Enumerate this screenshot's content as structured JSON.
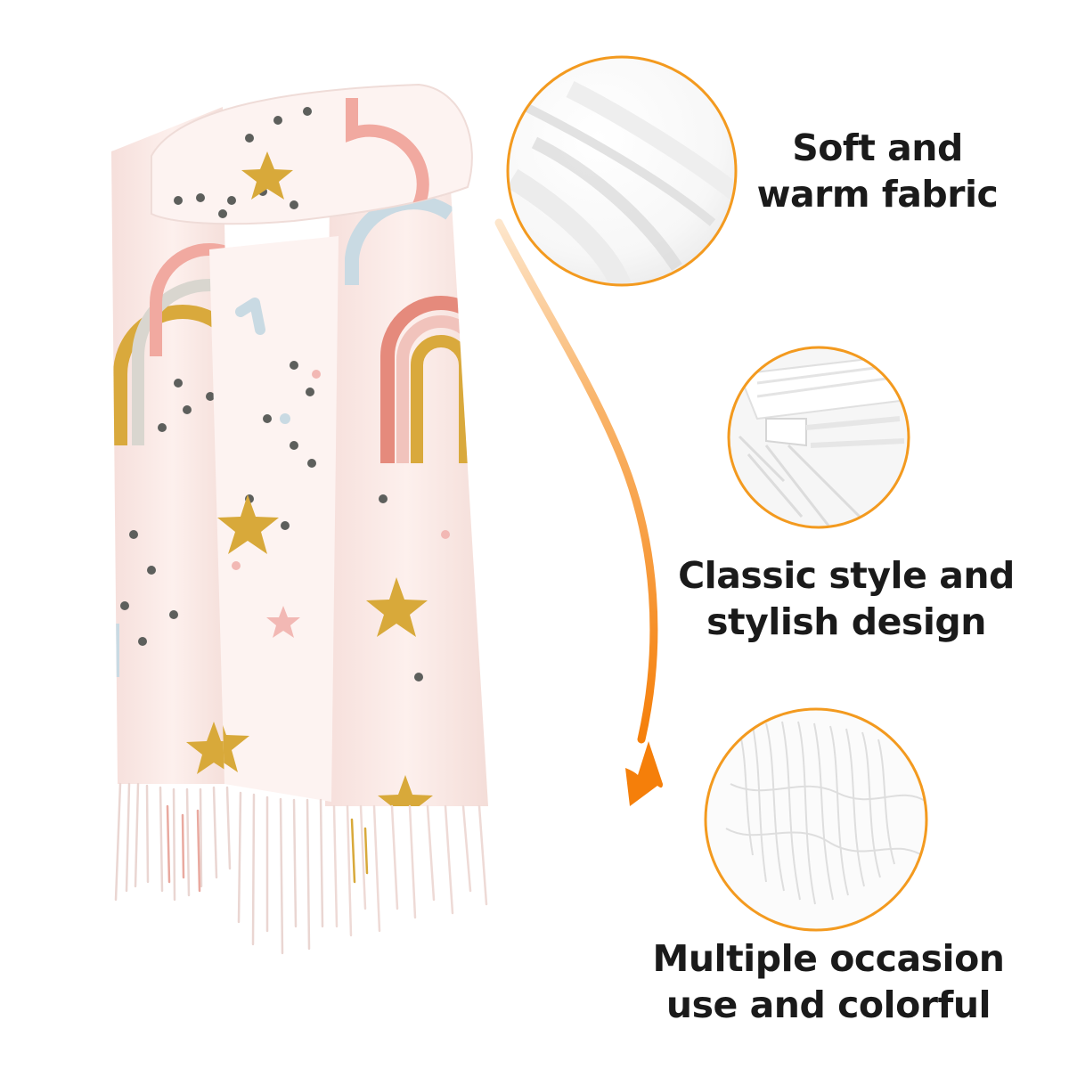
{
  "features": [
    {
      "lines": [
        "Soft and",
        "warm fabric"
      ],
      "detail": "smooth-fabric-fold"
    },
    {
      "lines": [
        "Classic style and",
        "stylish design"
      ],
      "detail": "pleated-fabric"
    },
    {
      "lines": [
        "Multiple occasion",
        "use and colorful"
      ],
      "detail": "tassel-fringe"
    }
  ],
  "colors": {
    "circle_border": "#f39a1f",
    "arrow": "#f57f0a",
    "scarf_base": "#fbe9e6",
    "rainbow_pink": "#f1a9a0",
    "rainbow_coral": "#e58a7c",
    "rainbow_mustard": "#d9a93c",
    "rainbow_blue": "#c9dae3",
    "rainbow_grey": "#d9d6cf",
    "dot_grey": "#5d5f5c",
    "dot_pink": "#f2b8b4",
    "star_mustard": "#d8a93a",
    "text": "#1a1a1a"
  },
  "product": {
    "pattern": [
      "rainbow-icon",
      "star-icon",
      "dot-icon"
    ],
    "fringe": "tassel-fringe"
  }
}
